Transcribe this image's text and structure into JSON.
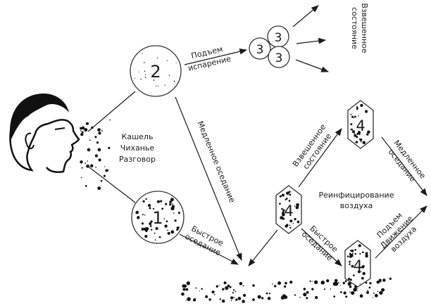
{
  "diagram": {
    "source_labels": [
      "Кашель",
      "Чиханье",
      "Разговор"
    ],
    "particles": {
      "p1": {
        "label": "1"
      },
      "p2": {
        "label": "2"
      },
      "p3": {
        "label": "3"
      },
      "p4": {
        "label": "4"
      }
    },
    "edges": {
      "rise_evap": [
        "Подъем",
        "испарение"
      ],
      "suspended_top": [
        "Взвешенное",
        "состояние"
      ],
      "slow_settle_main": "Медленное оседание",
      "fast_settle_main": [
        "Быстрое",
        "оседание"
      ],
      "suspended_mid": [
        "Взвешенное",
        "состояние"
      ],
      "fast_settle_right": [
        "Быстрое",
        "оседание"
      ],
      "slow_settle_right": [
        "Медленное",
        "оседание"
      ],
      "rise_air_move": [
        "Подъем",
        "Движение",
        "воздуха"
      ]
    },
    "center_label": [
      "Реинфицирование",
      "воздуха"
    ]
  }
}
